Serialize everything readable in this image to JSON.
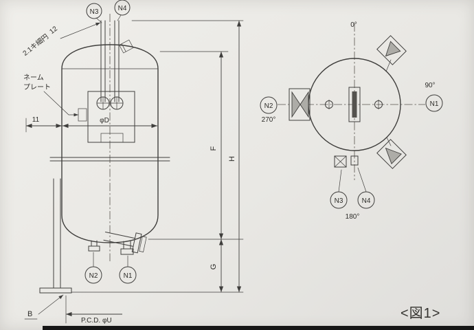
{
  "figure": {
    "caption": "<図1>"
  },
  "front": {
    "balloon_n1": "N1",
    "balloon_n2": "N2",
    "balloon_n3": "N3",
    "balloon_n4": "N4",
    "dim_h": "H",
    "dim_f": "F",
    "dim_g": "G",
    "dim_11": "11",
    "dim_phid": "φD",
    "dim_pcd": "P.C.D.  φU",
    "ref_b": "B",
    "note_nameplate_1": "ネーム",
    "note_nameplate_2": "プレート",
    "note_top_1": "12",
    "note_top_2": "2.1キ細円"
  },
  "plan": {
    "balloon_n1": "N1",
    "balloon_n2": "N2",
    "balloon_n3": "N3",
    "balloon_n4": "N4",
    "angle_0": "0°",
    "angle_90": "90°",
    "angle_180": "180°",
    "angle_270": "270°"
  }
}
